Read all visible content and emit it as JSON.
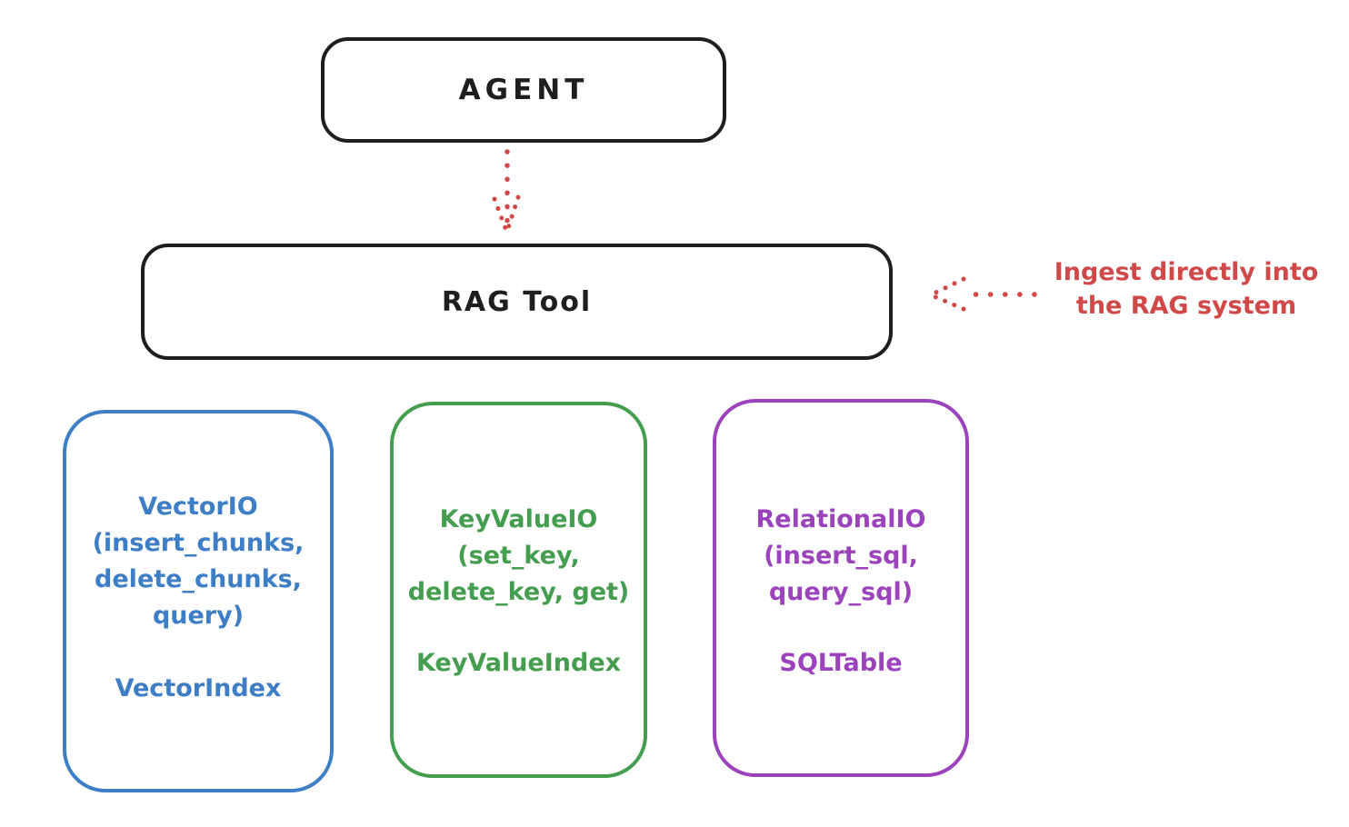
{
  "agent": {
    "label": "AGENT"
  },
  "rag_tool": {
    "label": "RAG Tool"
  },
  "annotation": {
    "line1": "Ingest directly into",
    "line2": "the RAG system"
  },
  "boxes": [
    {
      "name": "vector-io",
      "lines": [
        "VectorIO",
        "(insert_chunks,",
        "delete_chunks,",
        "query)"
      ],
      "footer": "VectorIndex"
    },
    {
      "name": "key-value-io",
      "lines": [
        "KeyValueIO",
        "(set_key,",
        "delete_key, get)"
      ],
      "footer": "KeyValueIndex"
    },
    {
      "name": "relational-io",
      "lines": [
        "RelationalIO",
        "(insert_sql,",
        "query_sql)"
      ],
      "footer": "SQLTable"
    }
  ],
  "colors": {
    "black": "#1e1e1e",
    "red": "#d14848",
    "blue": "#3d7ec7",
    "green": "#459e4f",
    "purple": "#9b42bd",
    "background": "#ffffff"
  }
}
